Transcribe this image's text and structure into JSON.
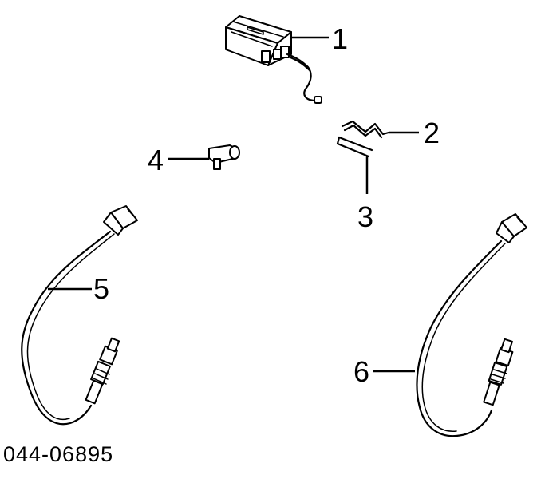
{
  "diagram": {
    "callouts": [
      {
        "id": "1",
        "label": "1"
      },
      {
        "id": "2",
        "label": "2"
      },
      {
        "id": "3",
        "label": "3"
      },
      {
        "id": "4",
        "label": "4"
      },
      {
        "id": "5",
        "label": "5"
      },
      {
        "id": "6",
        "label": "6"
      }
    ],
    "diagram_code": "044-06895"
  }
}
